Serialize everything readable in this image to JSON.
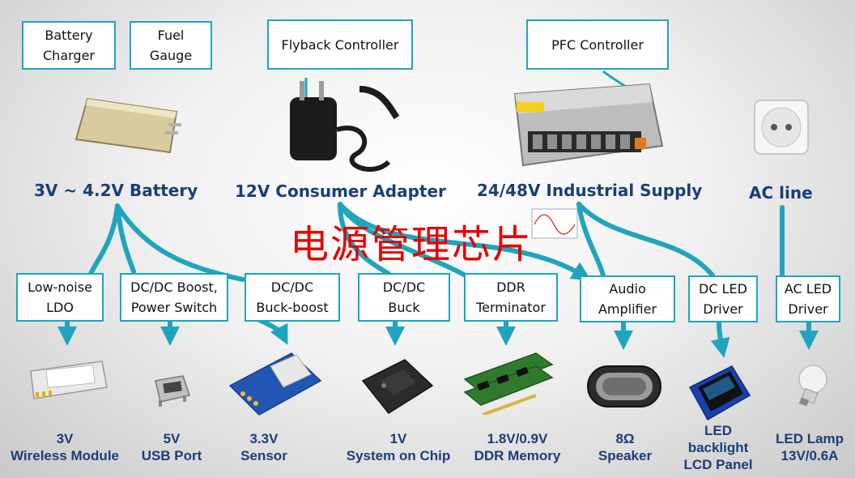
{
  "top_boxes": {
    "battery_charger": "Battery\nCharger",
    "fuel_gauge": "Fuel\nGauge",
    "flyback": "Flyback Controller",
    "pfc": "PFC Controller"
  },
  "sources": {
    "battery": "3V ~ 4.2V Battery",
    "adapter": "12V Consumer Adapter",
    "industrial": "24/48V Industrial  Supply",
    "ac_line": "AC line"
  },
  "overlay_text": "电源管理芯片",
  "mid_boxes": {
    "ldo": "Low-noise\nLDO",
    "boost": "DC/DC Boost,\nPower Switch",
    "buck_boost": "DC/DC\nBuck-boost",
    "buck": "DC/DC\nBuck",
    "ddr_term": "DDR\nTerminator",
    "audio_amp": "Audio\nAmplifier",
    "dc_led": "DC LED\nDriver",
    "ac_led": "AC LED\nDriver"
  },
  "loads": {
    "wireless": "3V\nWireless Module",
    "usb": "5V\nUSB Port",
    "sensor": "3.3V\nSensor",
    "soc": "1V\nSystem on Chip",
    "ddr": "1.8V/0.9V\nDDR Memory",
    "speaker": "8Ω\nSpeaker",
    "lcd": "LED\nbacklight\nLCD Panel",
    "lamp": "LED Lamp\n13V/0.6A"
  },
  "colors": {
    "wire": "#1ea5bd",
    "label": "#1b3e78",
    "overlay": "#e60000"
  }
}
